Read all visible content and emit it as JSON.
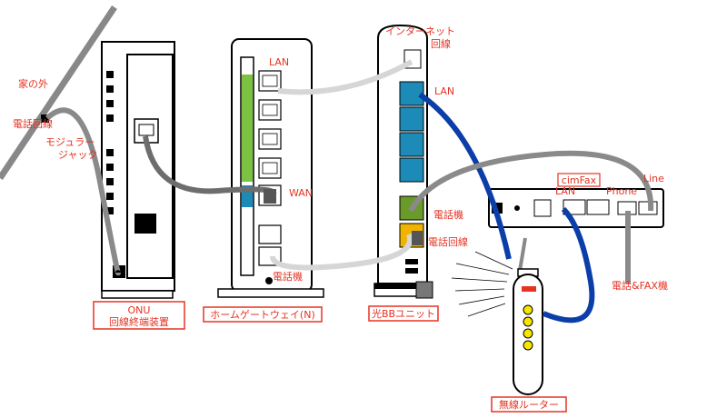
{
  "labels": {
    "house_outside": "家の外",
    "phone_line": "電話回線",
    "modular_jack": "モジュラー\nジャック",
    "onu": "ONU",
    "onu_desc": "回線終端装置",
    "hgw_lan": "LAN",
    "hgw_wan": "WAN",
    "hgw_phone": "電話機",
    "hgw": "ホームゲートウェイ(N)",
    "internet_line": "インターネット\n回線",
    "bb_lan": "LAN",
    "bb_phone": "電話機",
    "bb_phone_line": "電話回線",
    "bb_unit": "光BBユニット",
    "cimfax": "cimFax",
    "fax_lan": "LAN",
    "fax_phone": "Phone",
    "fax_line": "Line",
    "phone_fax": "電話&FAX機",
    "router": "無線ルーター"
  },
  "colors": {
    "label_red": "#e53322",
    "green_panel": "#7cc242",
    "teal_port": "#1d8bb8",
    "bb_green": "#6a9a2a",
    "bb_yellow": "#f0b400",
    "blue_cable": "#0b3ea8",
    "grey_cable": "#8a8a8a",
    "light_cable": "#d6d6d6",
    "led_yellow": "#f6e500",
    "router_red": "#e53322"
  }
}
